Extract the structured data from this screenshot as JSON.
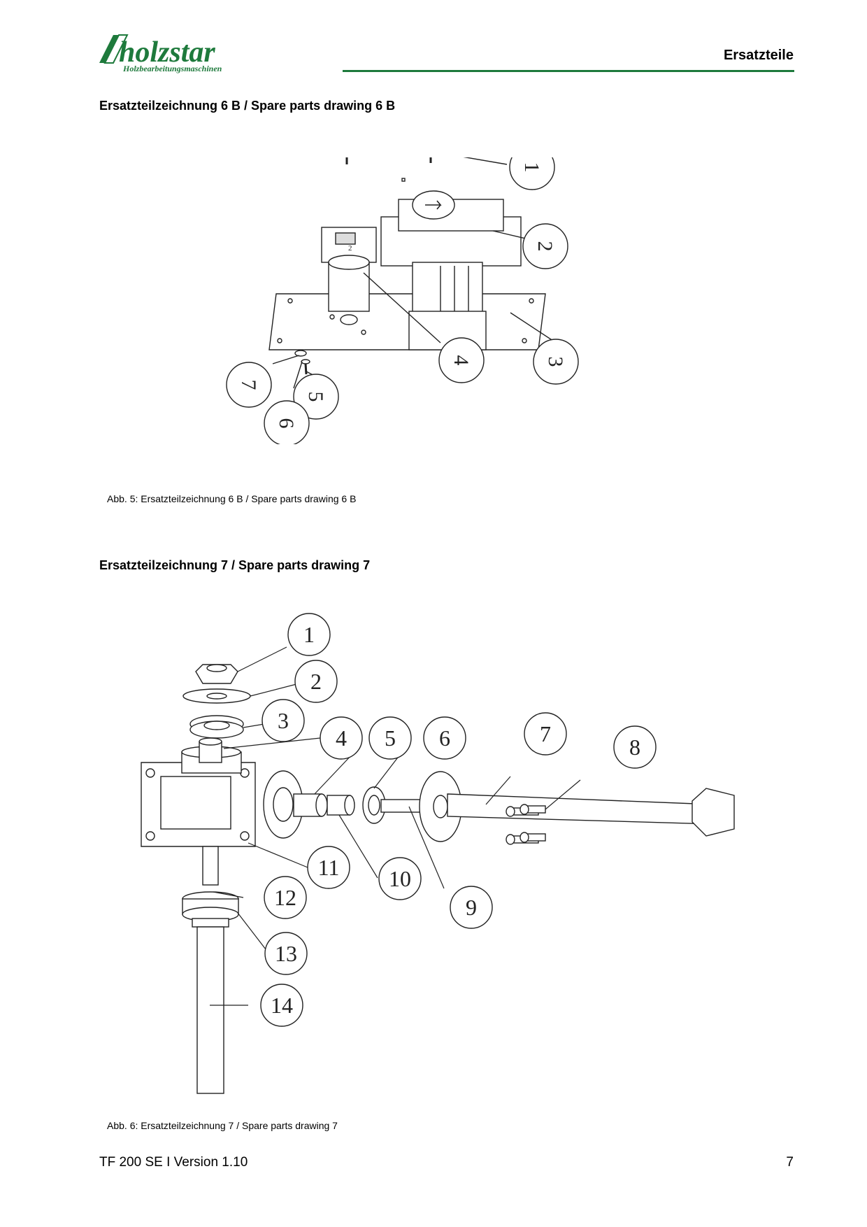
{
  "header": {
    "brand": "holzstar",
    "brand_subtitle": "Holzbearbeitungsmaschinen",
    "section": "Ersatzteile",
    "accent_color": "#1e7a3c"
  },
  "drawing_6b": {
    "heading": "Ersatzteilzeichnung 6 B / Spare parts drawing 6 B",
    "caption": "Abb. 5: Ersatzteilzeichnung 6 B / Spare parts drawing 6 B",
    "callouts": [
      "1",
      "2",
      "3",
      "4",
      "5",
      "6",
      "7"
    ]
  },
  "drawing_7": {
    "heading": "Ersatzteilzeichnung 7 / Spare parts drawing 7",
    "caption": "Abb. 6: Ersatzteilzeichnung 7 / Spare parts drawing 7",
    "callouts": [
      "1",
      "2",
      "3",
      "4",
      "5",
      "6",
      "7",
      "8",
      "9",
      "10",
      "11",
      "12",
      "13",
      "14"
    ]
  },
  "footer": {
    "doc_version": "TF 200 SE I Version 1.10",
    "page_number": "7"
  }
}
